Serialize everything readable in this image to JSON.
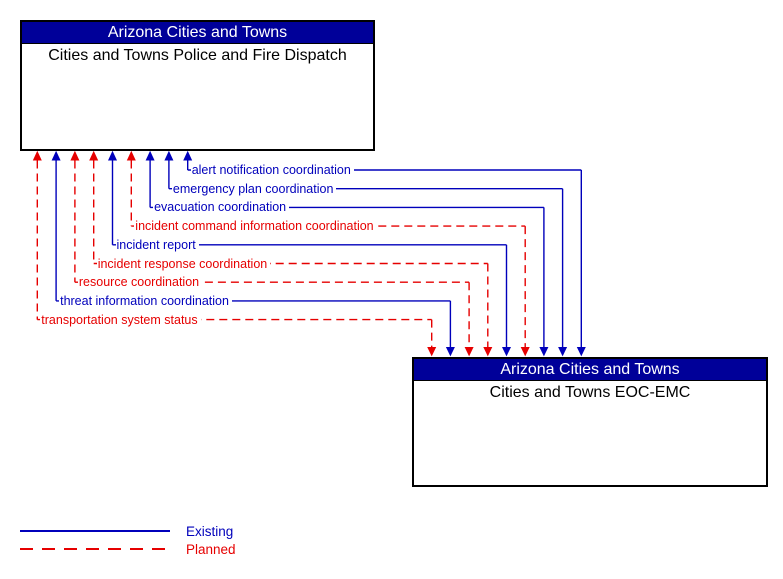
{
  "diagram": {
    "source_box": {
      "header": "Arizona Cities and Towns",
      "title": "Cities and Towns Police and Fire Dispatch"
    },
    "target_box": {
      "header": "Arizona Cities and Towns",
      "title": "Cities and Towns EOC-EMC"
    },
    "flows": [
      {
        "label": "alert notification coordination",
        "status": "existing"
      },
      {
        "label": "emergency plan coordination",
        "status": "existing"
      },
      {
        "label": "evacuation coordination",
        "status": "existing"
      },
      {
        "label": "incident command information coordination",
        "status": "planned"
      },
      {
        "label": "incident report",
        "status": "existing"
      },
      {
        "label": "incident response coordination",
        "status": "planned"
      },
      {
        "label": "resource coordination",
        "status": "planned"
      },
      {
        "label": "threat information coordination",
        "status": "existing"
      },
      {
        "label": "transportation system status",
        "status": "planned"
      }
    ],
    "legend": {
      "existing": "Existing",
      "planned": "Planned"
    },
    "colors": {
      "existing": "#0000BB",
      "planned": "#E60000",
      "header_bg": "#000099",
      "header_text": "#FFFFFF",
      "box_border": "#000000"
    }
  }
}
